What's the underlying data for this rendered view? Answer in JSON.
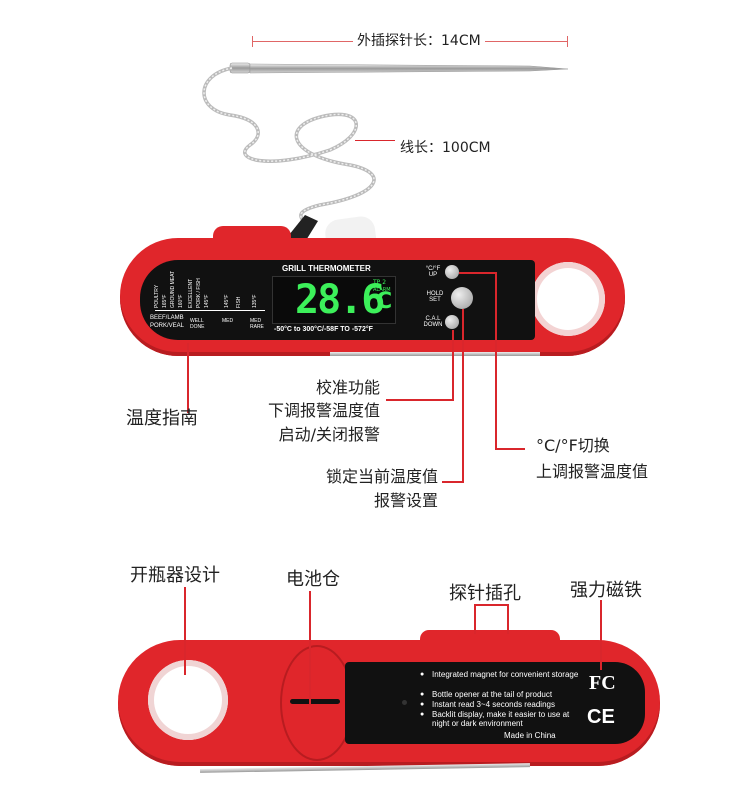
{
  "top_labels": {
    "probe_length": "外插探针长：14CM",
    "cable_length": "线长：100CM",
    "temp_guide": "温度指南",
    "calibration": "校准功能",
    "lower_alarm": "下调报警温度值",
    "alarm_toggle": "启动/关闭报警",
    "lock_temp": "锁定当前温度值",
    "alarm_setting": "报警设置",
    "unit_switch": "°C/°F切换",
    "upper_alarm": "上调报警温度值"
  },
  "device_front": {
    "brand_title": "GRILL THERMOMETER",
    "reading": "28.6",
    "unit": "C",
    "tp_label": "TP 2",
    "alarm_label": "ALARM",
    "range_text": "-50°C to 300°C/-58F TO -572°F",
    "btn_cf_label_top": "°C/°F",
    "btn_cf_label_bottom": "UP",
    "btn_hold_label_top": "HOLD",
    "btn_hold_label_bottom": "SET",
    "btn_cal_label_top": "C.A.L",
    "btn_cal_label_bottom": "DOWN",
    "guide_left_1": "BEEF/LAMB",
    "guide_left_2": "PORK/VEAL",
    "guide_well": "WELL",
    "guide_done": "DONE",
    "guide_med": "MED",
    "guide_med2": "MED",
    "guide_rare": "RARE",
    "guide_col_labels": [
      "POULTRY",
      "165°F",
      "GROUND MEAT",
      "160°F",
      "EXCELLENT",
      "PORK / FISH",
      "145°F",
      "145°F",
      "FISH",
      "135°F"
    ]
  },
  "bottom_labels": {
    "bottle_opener": "开瓶器设计",
    "battery": "电池仓",
    "probe_socket": "探针插孔",
    "magnet": "强力磁铁"
  },
  "device_back": {
    "bullets": [
      "Integrated magnet for convenient storage",
      "Bottle opener at the tail of product",
      "Instant read 3~4 seconds readings",
      "Backlit display, make it easier to use at night or dark environment"
    ],
    "made_in": "Made in China",
    "fcc": "FC",
    "ce": "CE"
  },
  "colors": {
    "body_red": "#e0262b",
    "annotation_red": "#d9262c",
    "lcd_green": "#3cf05a",
    "panel_black": "#111111"
  }
}
